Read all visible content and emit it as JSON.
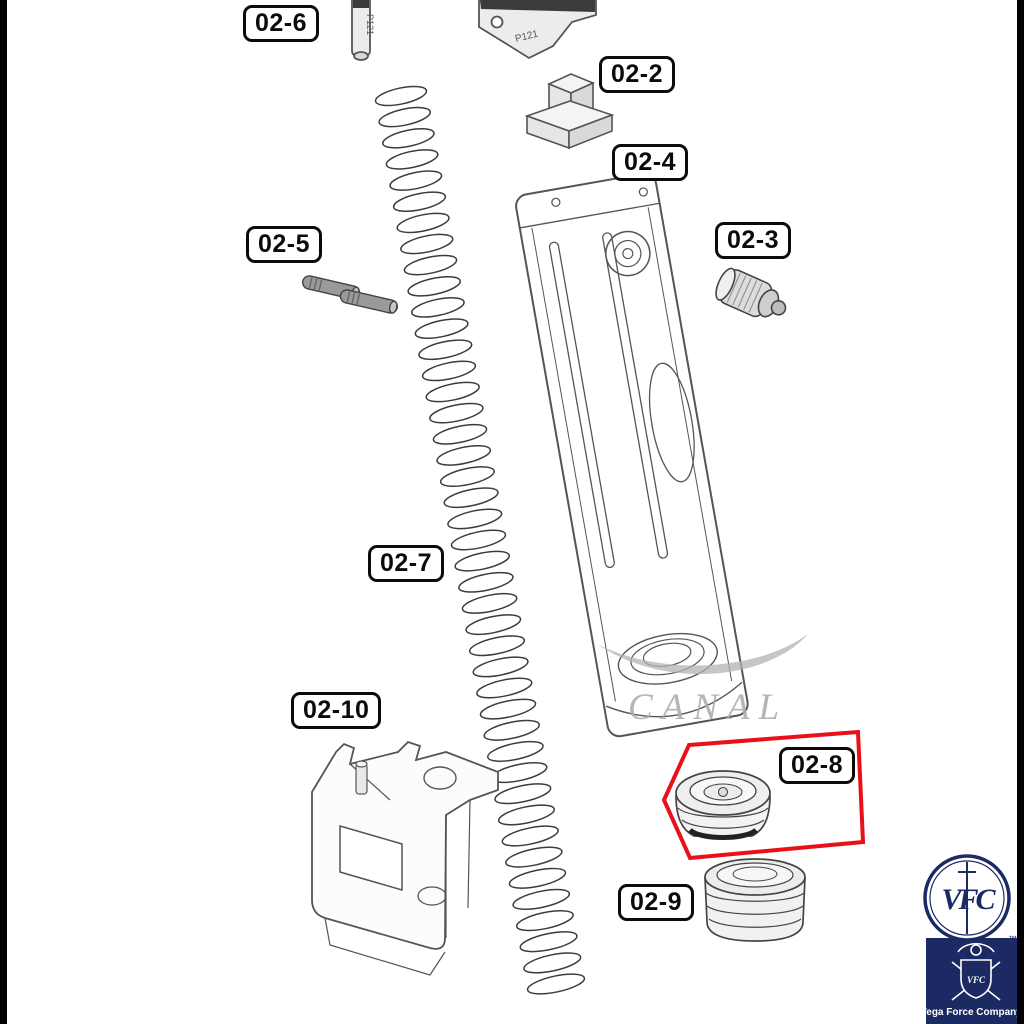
{
  "diagram": {
    "watermark": "CANAL",
    "highlight_color": "#e8111a",
    "labels": [
      {
        "part": "02-6",
        "text": "02-6"
      },
      {
        "part": "02-2",
        "text": "02-2"
      },
      {
        "part": "02-4",
        "text": "02-4"
      },
      {
        "part": "02-5",
        "text": "02-5"
      },
      {
        "part": "02-3",
        "text": "02-3"
      },
      {
        "part": "02-7",
        "text": "02-7"
      },
      {
        "part": "02-10",
        "text": "02-10"
      },
      {
        "part": "02-8",
        "text": "02-8",
        "highlighted": true
      },
      {
        "part": "02-9",
        "text": "02-9"
      }
    ],
    "part_markings": [
      {
        "text": "P121"
      },
      {
        "text": "P121"
      }
    ]
  },
  "branding": {
    "monogram": "VFC",
    "company_name": "Vega Force Company",
    "trademark": "™",
    "navy": "#1c2a63"
  }
}
